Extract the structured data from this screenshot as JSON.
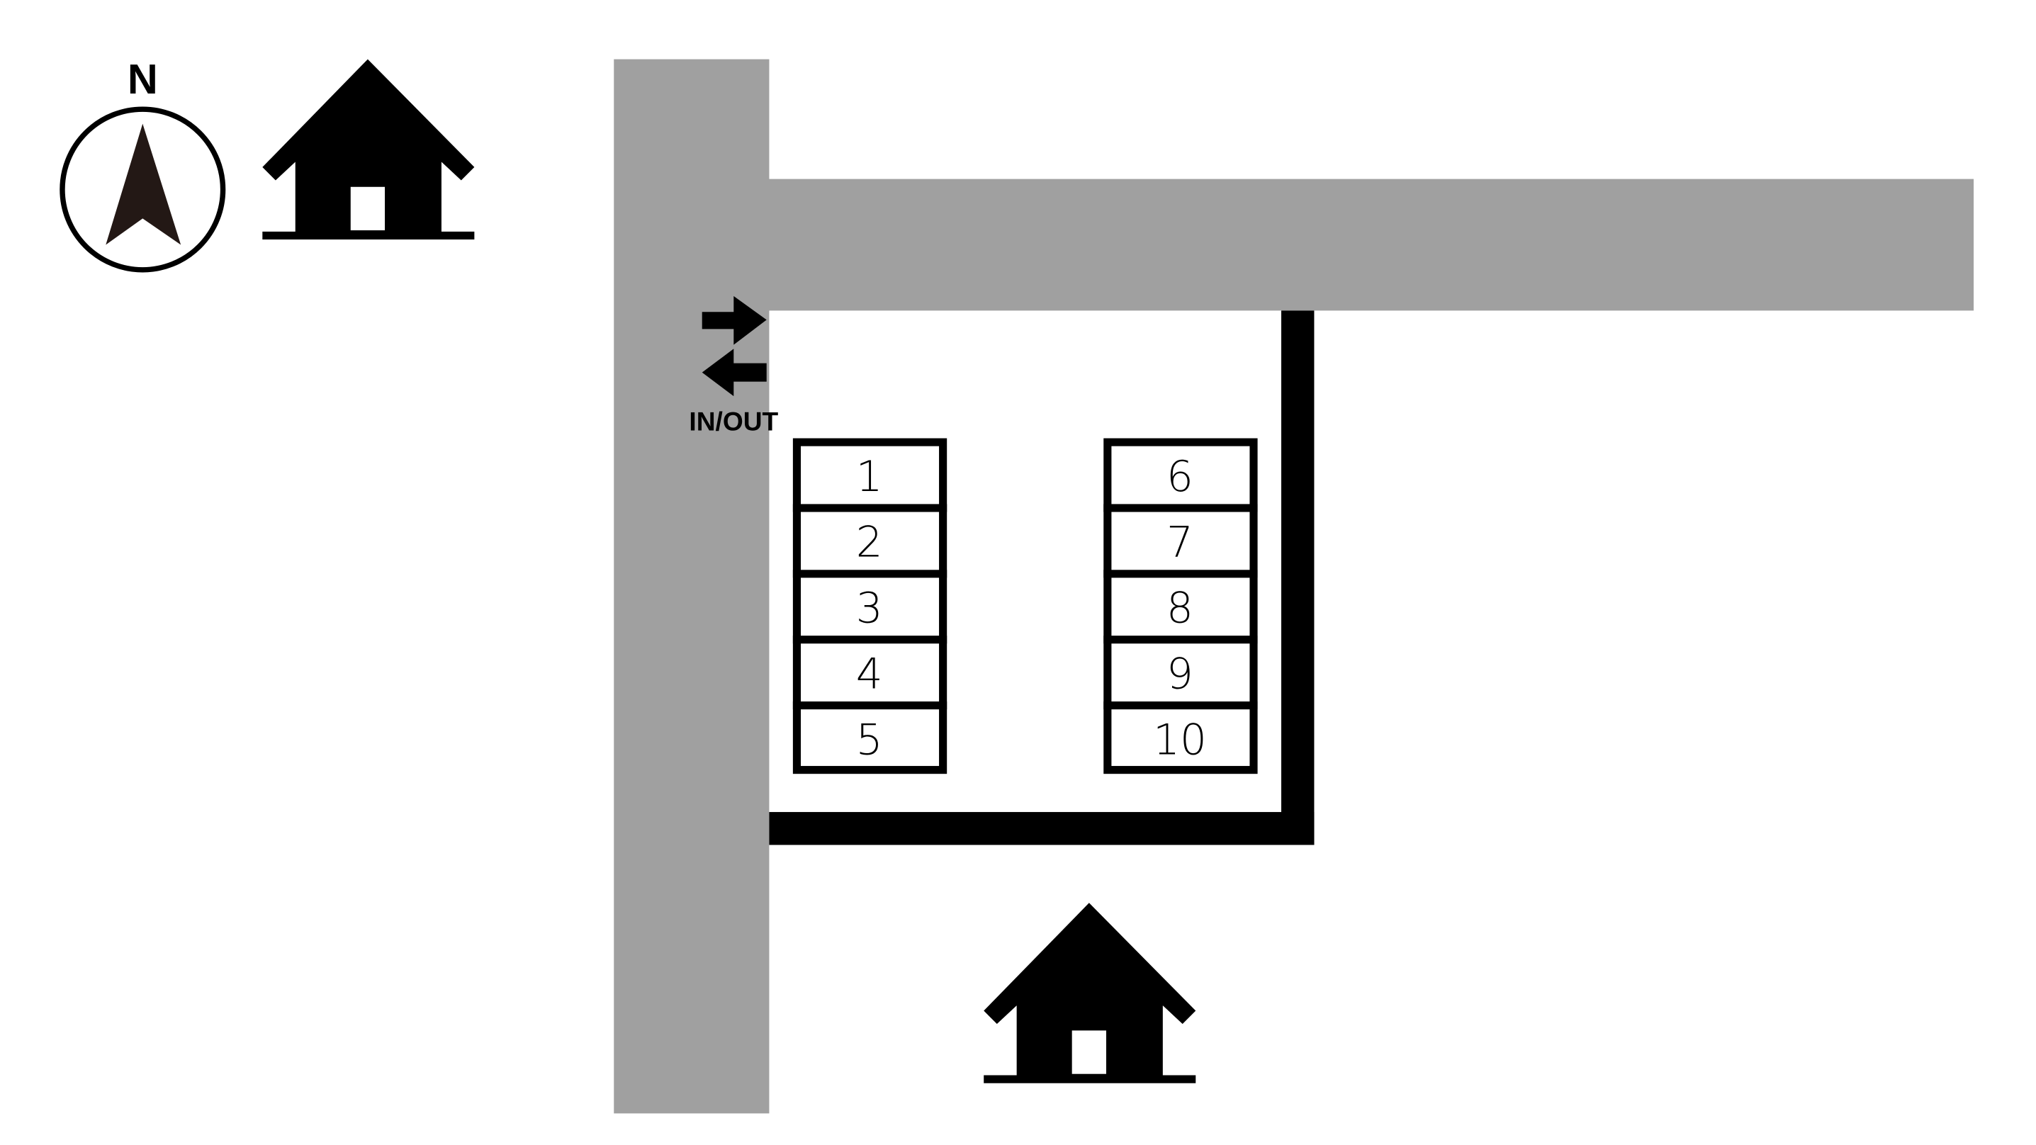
{
  "compass": {
    "label": "N",
    "icon": "north-arrow-icon"
  },
  "entrance": {
    "label": "IN/OUT",
    "icons": [
      "arrow-right-icon",
      "arrow-left-icon"
    ]
  },
  "parking": {
    "left_column": [
      "1",
      "2",
      "3",
      "4",
      "5"
    ],
    "right_column": [
      "6",
      "7",
      "8",
      "9",
      "10"
    ]
  },
  "colors": {
    "road": "#a0a0a0",
    "wall": "#000000",
    "arrow": "#231815"
  },
  "icons": [
    "house-icon",
    "house-icon"
  ]
}
